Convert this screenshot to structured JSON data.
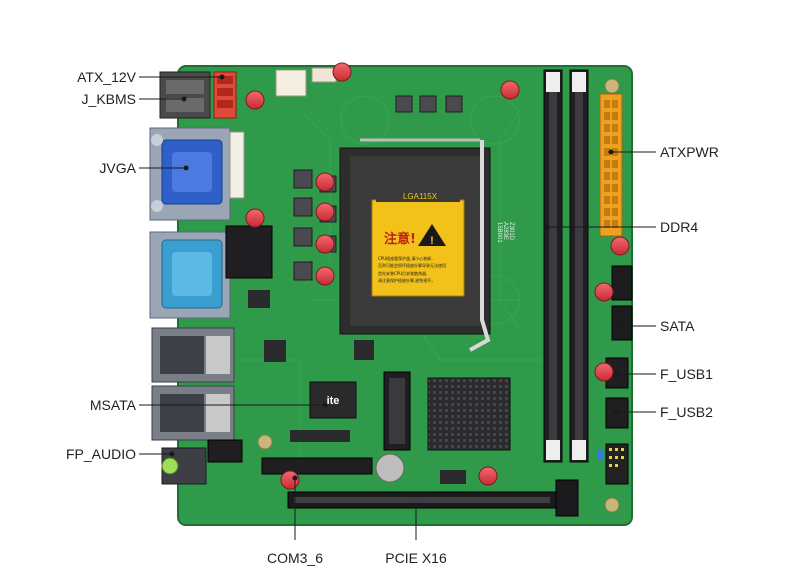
{
  "labels": {
    "atx_12v": "ATX_12V",
    "j_kbms": "J_KBMS",
    "jvga": "JVGA",
    "msata": "MSATA",
    "fp_audio": "FP_AUDIO",
    "com3_6": "COM3_6",
    "pcie_x16": "PCIE X16",
    "atxpwr": "ATXPWR",
    "ddr4": "DDR4",
    "sata": "SATA",
    "f_usb1": "F_USB1",
    "f_usb2": "F_USB2"
  },
  "board_print": {
    "socket": "LGA115X",
    "warning_title": "注意!",
    "warning_lines": [
      "CPU插座要保护盖,请小心装卸,",
      "否则可能会损坏插座针脚导致无法使用",
      "首先安装CPU后安装散热器,",
      "请注意保护插座针脚,避免损坏。"
    ],
    "ite_logo": "ite",
    "chip_code_1": "Z301D",
    "chip_code_2": "A283E",
    "chip_code_3": "15B001"
  },
  "colors": {
    "pcb": "#2f9a4a",
    "pcb_dark": "#237a3a",
    "socket_yellow": "#f2c21a",
    "vga_blue": "#2f5fc8",
    "com_cyan": "#3a9fd0",
    "atx_orange": "#f0a020",
    "cap_pink": "#e0404a",
    "heatsink": "#2a2a2c"
  }
}
